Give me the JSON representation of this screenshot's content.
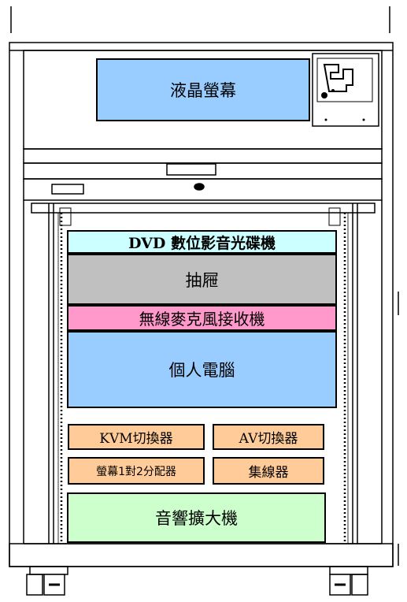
{
  "labels": {
    "lcd": "液晶螢幕",
    "dvd": "DVD 數位影音光碟機",
    "drawer": "抽屜",
    "wireless_mic": "無線麥克風接收機",
    "pc": "個人電腦",
    "kvm": "KVM切換器",
    "av": "AV切換器",
    "splitter": "螢幕1對2分配器",
    "hub": "集線器",
    "amplifier": "音響擴大機"
  },
  "colors": {
    "lcd": "#99ccff",
    "dvd": "#ccffff",
    "drawer": "#c0c0c0",
    "wireless_mic": "#ff99cc",
    "pc": "#99ccff",
    "switch_box": "#ffcc99",
    "amplifier": "#ccffcc"
  }
}
